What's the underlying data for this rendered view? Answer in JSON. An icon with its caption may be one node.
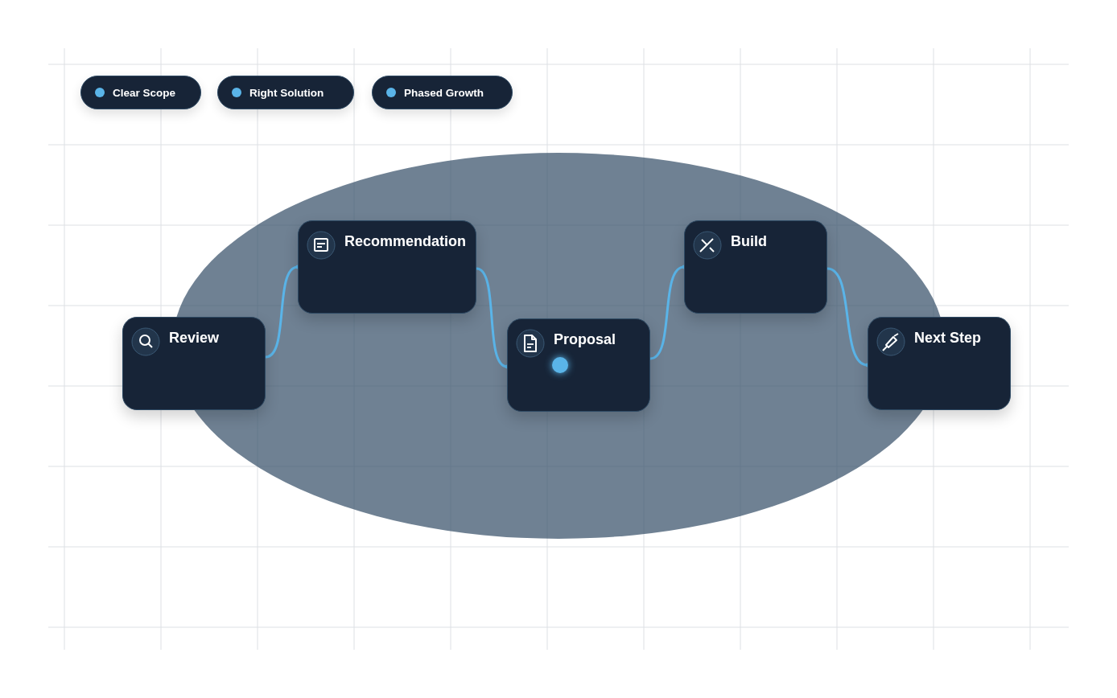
{
  "diagram": {
    "nodes": [
      {
        "text": [
          "Clear Scope"
        ]
      },
      {
        "text": [
          "Right Solution"
        ]
      },
      {
        "text": [
          "Phased Growth"
        ]
      },
      {
        "text": [
          "Review"
        ]
      },
      {
        "text": [
          "Recommendation"
        ]
      },
      {
        "text": [
          "Proposal"
        ]
      },
      {
        "text": [
          "Build"
        ]
      },
      {
        "text": [
          "Next Step"
        ]
      }
    ],
    "edges": [
      {
        "from": 3,
        "to": 4,
        "arrow": "other"
      },
      {
        "from": 4,
        "to": 5,
        "arrow": "other"
      },
      {
        "from": 5,
        "to": 6,
        "arrow": "other"
      },
      {
        "from": 6,
        "to": 7,
        "arrow": "other"
      }
    ]
  }
}
